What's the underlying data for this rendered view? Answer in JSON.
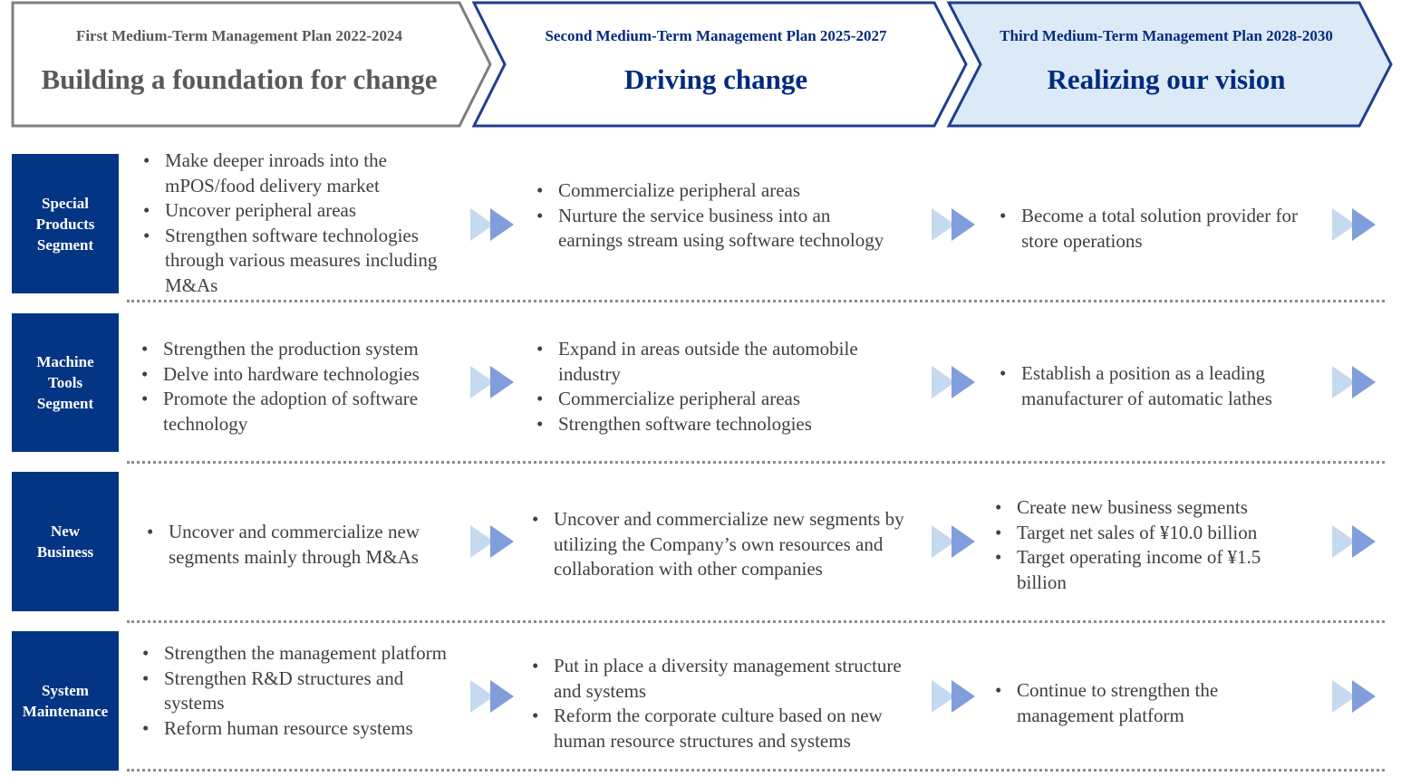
{
  "plans": [
    {
      "subtitle": "First Medium-Term Management Plan 2022-2024",
      "title": "Building a foundation for change"
    },
    {
      "subtitle": "Second Medium-Term Management Plan 2025-2027",
      "title": "Driving change"
    },
    {
      "subtitle": "Third Medium-Term Management Plan 2028-2030",
      "title": "Realizing our vision"
    }
  ],
  "rows": [
    {
      "label": [
        "Special",
        "Products",
        "Segment"
      ],
      "cols": [
        [
          "Make deeper inroads into the mPOS/food delivery market",
          "Uncover peripheral areas",
          "Strengthen software technologies through various measures including M&As"
        ],
        [
          "Commercialize peripheral areas",
          "Nurture the service business into an earnings stream using software technology"
        ],
        [
          "Become a total solution provider for store operations"
        ]
      ]
    },
    {
      "label": [
        "Machine",
        "Tools",
        "Segment"
      ],
      "cols": [
        [
          "Strengthen the production system",
          "Delve into hardware technologies",
          "Promote the adoption of software technology"
        ],
        [
          "Expand in areas outside the automobile industry",
          "Commercialize peripheral areas",
          "Strengthen software technologies"
        ],
        [
          "Establish a position as a leading manufacturer of automatic lathes"
        ]
      ]
    },
    {
      "label": [
        "New",
        "Business"
      ],
      "cols": [
        [
          "Uncover and commercialize new segments mainly through M&As"
        ],
        [
          "Uncover and commercialize new segments by utilizing the Company’s own resources and collaboration with other companies"
        ],
        [
          "Create new business segments",
          "Target net sales of ¥10.0 billion",
          "Target operating income of ¥1.5 billion"
        ]
      ]
    },
    {
      "label": [
        "System",
        "Maintenance"
      ],
      "cols": [
        [
          "Strengthen the management platform",
          "Strengthen R&D structures and systems",
          "Reform human resource systems"
        ],
        [
          "Put in place a diversity management structure and systems",
          "Reform the corporate culture based on new human resource structures and systems"
        ],
        [
          "Continue to strengthen the management platform"
        ]
      ]
    }
  ],
  "icons": {
    "arrow": "double-chevron-arrow-icon"
  },
  "colors": {
    "navy": "#043584",
    "header_gray": "#7f7f7f",
    "header_blue_border": "#1f3f8f",
    "header_light_fill": "#dce9f6",
    "arrow_light": "#c5d9ef",
    "arrow_dark": "#7f9edb",
    "divider": "#8c8c8c"
  }
}
